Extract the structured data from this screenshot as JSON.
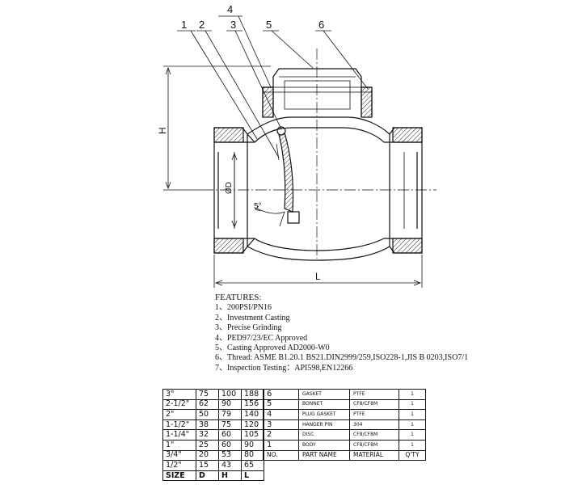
{
  "callouts": [
    "1",
    "2",
    "3",
    "4",
    "5",
    "6"
  ],
  "dimensions": {
    "h": "H",
    "d": "ØD",
    "l": "L",
    "angle": "5°"
  },
  "features": {
    "title": "FEATURES:",
    "items": [
      "1、200PSI/PN16",
      "2、Investment Casting",
      "3、Precise Grinding",
      "4、PED97/23/EC Approved",
      "5、Casting Approved AD2000-W0",
      "6、Thread: ASME B1.20.1 BS21.DIN2999/259,ISO228-1,JIS B 0203,ISO7/1",
      "7、Inspection Testing：API598,EN12266"
    ]
  },
  "size_table": {
    "rows": [
      [
        "3\"",
        "75",
        "100",
        "188"
      ],
      [
        "2-1/2\"",
        "62",
        "90",
        "156"
      ],
      [
        "2\"",
        "50",
        "79",
        "140"
      ],
      [
        "1-1/2\"",
        "38",
        "75",
        "120"
      ],
      [
        "1-1/4\"",
        "32",
        "60",
        "105"
      ],
      [
        "1\"",
        "25",
        "60",
        "90"
      ],
      [
        "3/4\"",
        "20",
        "53",
        "80"
      ],
      [
        "1/2\"",
        "15",
        "43",
        "65"
      ]
    ],
    "header": [
      "SIZE",
      "D",
      "H",
      "L"
    ]
  },
  "parts_table": {
    "rows": [
      [
        "6",
        "GASKET",
        "PTFE",
        "1"
      ],
      [
        "5",
        "BONNET",
        "CF8/CF8M",
        "1"
      ],
      [
        "4",
        "PLUG GASKET",
        "PTFE",
        "1"
      ],
      [
        "3",
        "HANGER PIN",
        "304",
        "1"
      ],
      [
        "2",
        "DISC",
        "CF8/CF8M",
        "1"
      ],
      [
        "1",
        "BODY",
        "CF8/CF8M",
        "1"
      ]
    ],
    "header": [
      "NO.",
      "PART NAME",
      "MATERIAL",
      "Q'TY"
    ]
  }
}
